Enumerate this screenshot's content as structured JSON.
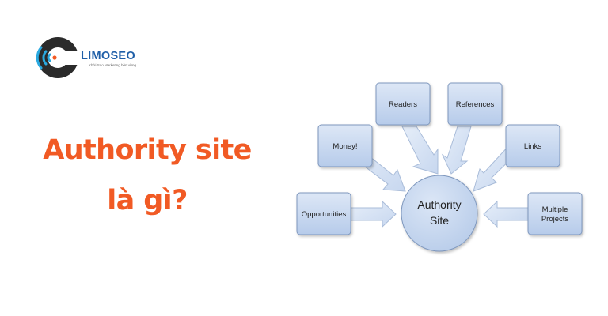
{
  "brand": {
    "name": "LIMOSEO",
    "tagline": "Khởi Sao Marketing bền vững",
    "colors": {
      "primary": "#1f5fa8",
      "accent": "#f15a24",
      "dark": "#2b2b2b",
      "cyan": "#2aa9e0"
    }
  },
  "headline": {
    "line1": "Authority site",
    "line2": "là gì?"
  },
  "diagram": {
    "center": "Authority Site",
    "center_lines": [
      "Authority",
      "Site"
    ],
    "nodes": {
      "readers": [
        "Readers"
      ],
      "references": [
        "References"
      ],
      "money": [
        "Money!"
      ],
      "links": [
        "Links"
      ],
      "opportunities": [
        "Opportunities"
      ],
      "multiple_projects": [
        "Multiple",
        "Projects"
      ]
    },
    "node_fill": "#c3d4ee",
    "node_stroke": "#7e97bd"
  }
}
